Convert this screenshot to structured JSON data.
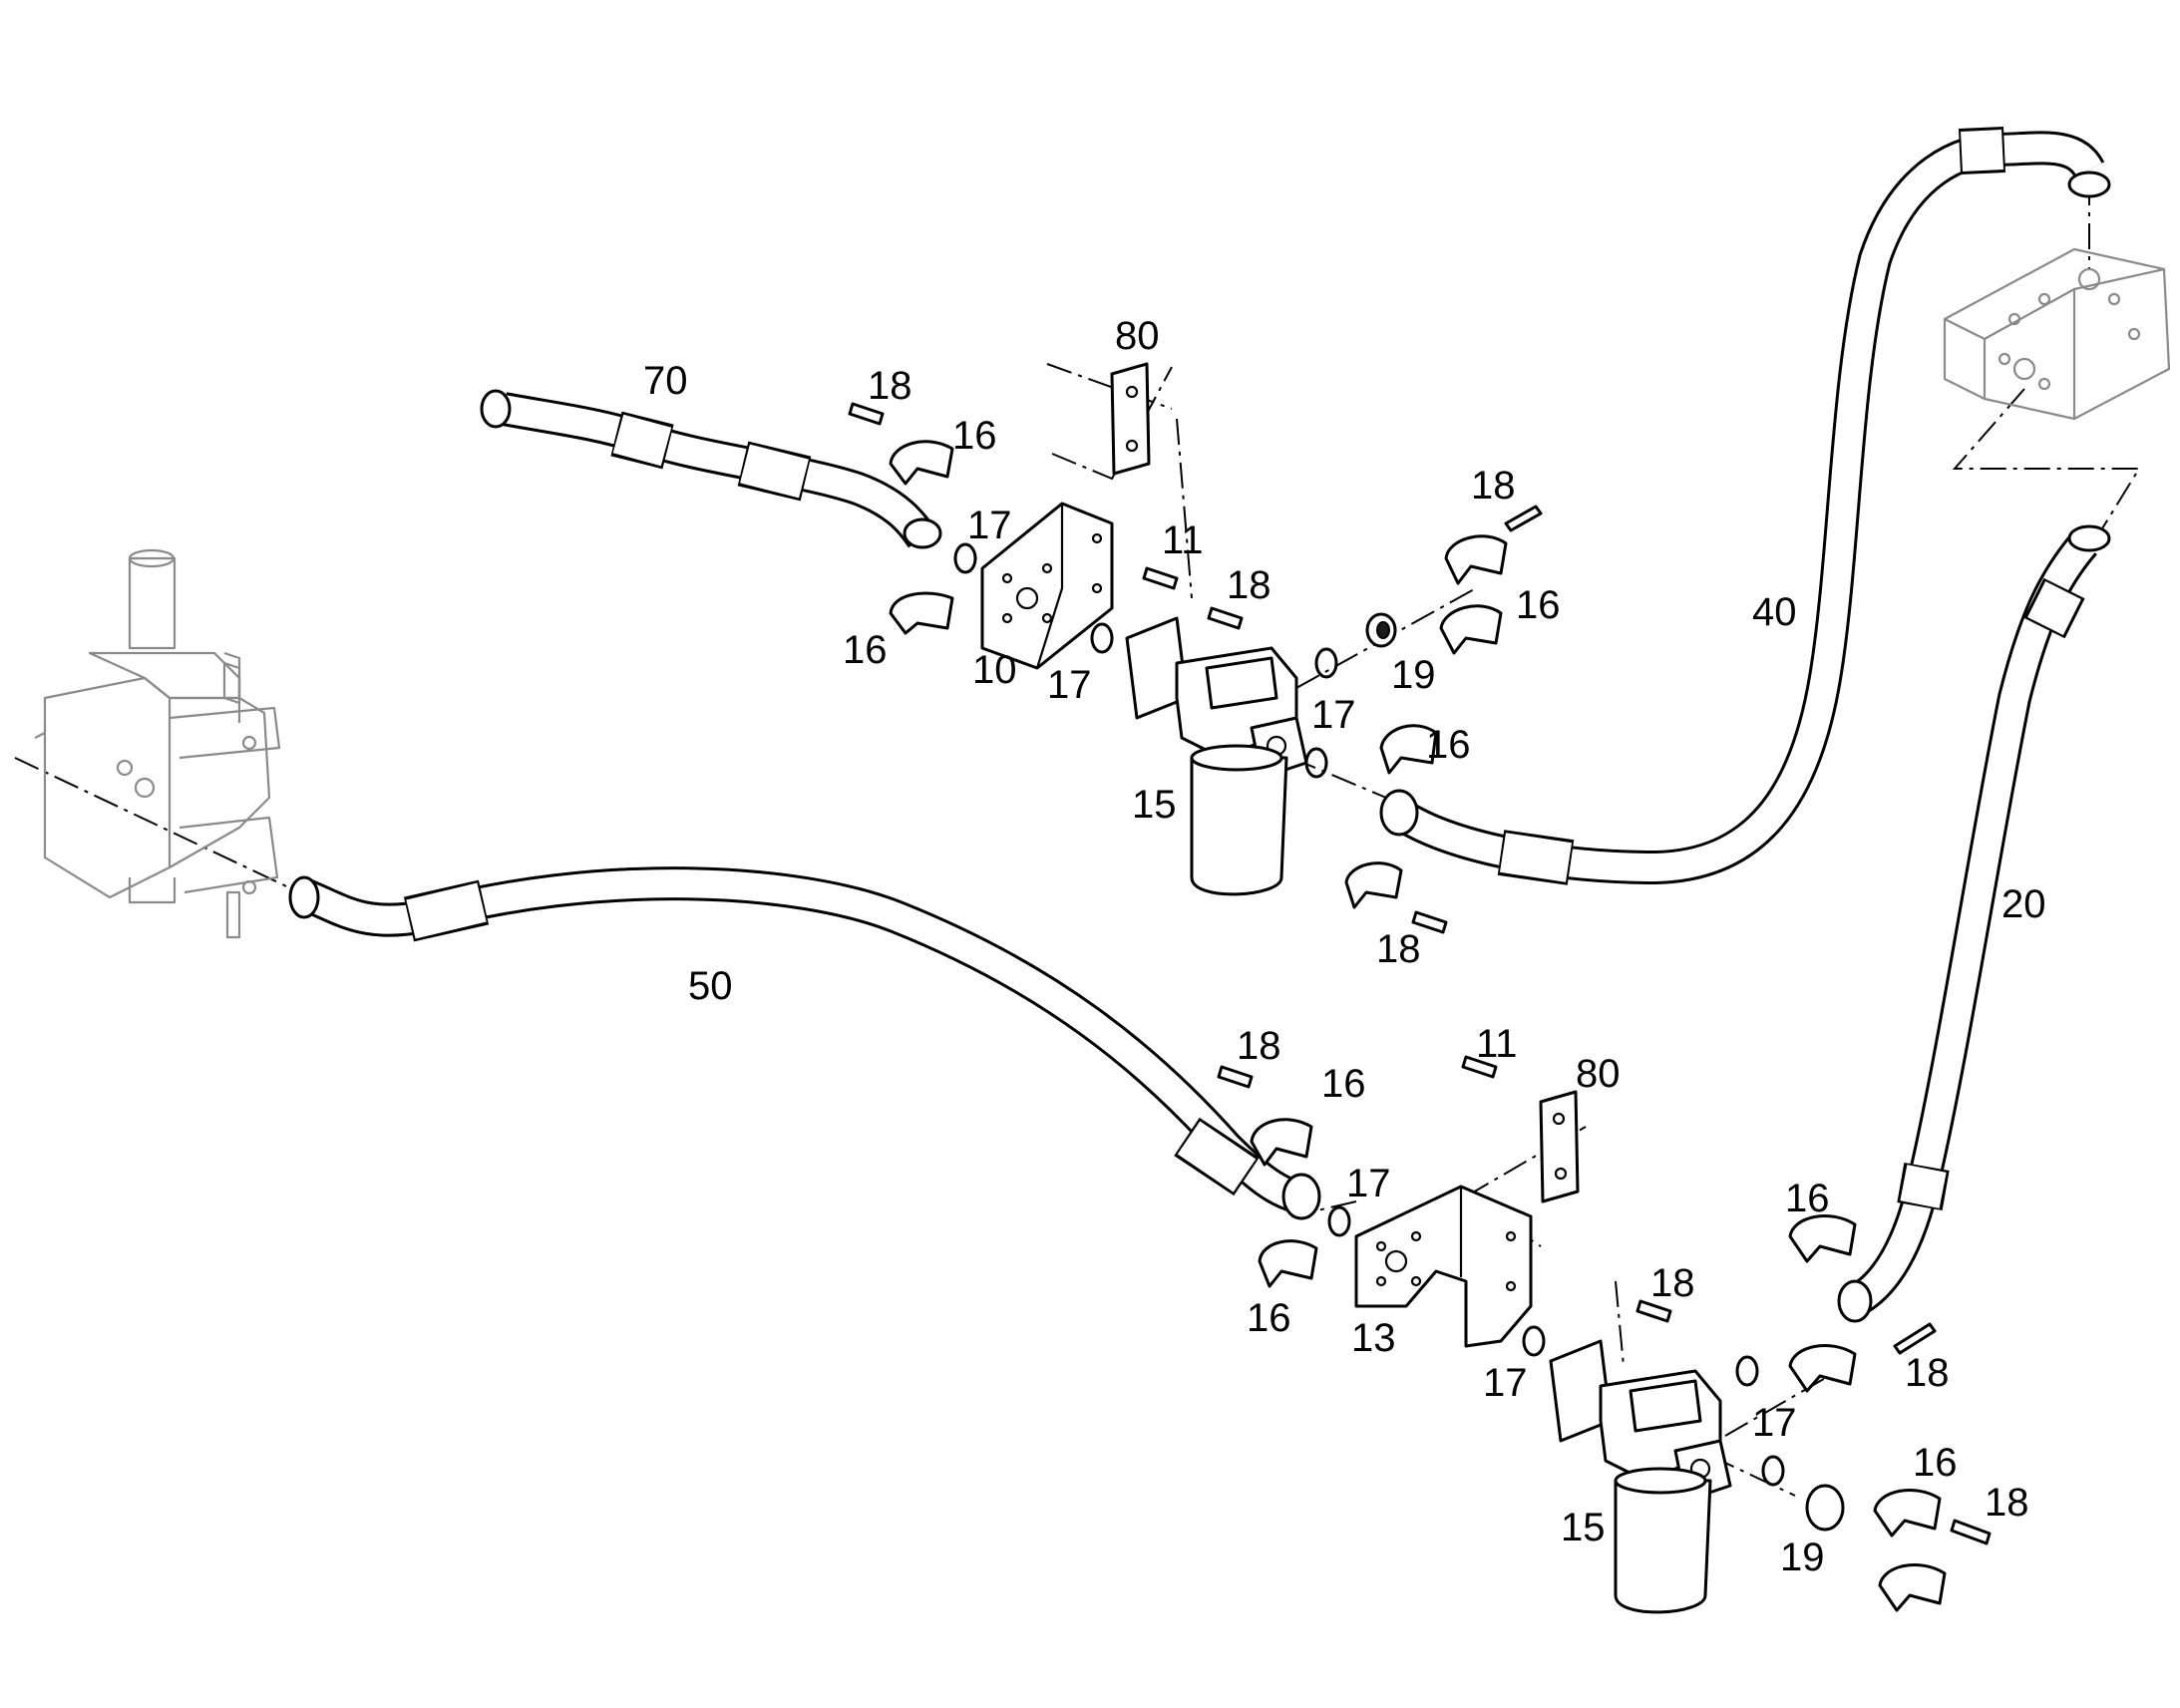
{
  "callouts": [
    {
      "id": "c70",
      "text": "70"
    },
    {
      "id": "c80a",
      "text": "80"
    },
    {
      "id": "c18a",
      "text": "18"
    },
    {
      "id": "c16a",
      "text": "16"
    },
    {
      "id": "c17a",
      "text": "17"
    },
    {
      "id": "c11a",
      "text": "11"
    },
    {
      "id": "c18b",
      "text": "18"
    },
    {
      "id": "c16b",
      "text": "16"
    },
    {
      "id": "c10",
      "text": "10"
    },
    {
      "id": "c17b",
      "text": "17"
    },
    {
      "id": "c18c",
      "text": "18"
    },
    {
      "id": "c16c",
      "text": "16"
    },
    {
      "id": "c19a",
      "text": "19"
    },
    {
      "id": "c17c",
      "text": "17"
    },
    {
      "id": "c16d",
      "text": "16"
    },
    {
      "id": "c15a",
      "text": "15"
    },
    {
      "id": "c40",
      "text": "40"
    },
    {
      "id": "c18d",
      "text": "18"
    },
    {
      "id": "c20",
      "text": "20"
    },
    {
      "id": "c50",
      "text": "50"
    },
    {
      "id": "c18e",
      "text": "18"
    },
    {
      "id": "c16e",
      "text": "16"
    },
    {
      "id": "c11b",
      "text": "11"
    },
    {
      "id": "c80b",
      "text": "80"
    },
    {
      "id": "c17d",
      "text": "17"
    },
    {
      "id": "c16f",
      "text": "16"
    },
    {
      "id": "c16g",
      "text": "16"
    },
    {
      "id": "c13",
      "text": "13"
    },
    {
      "id": "c18f",
      "text": "18"
    },
    {
      "id": "c17e",
      "text": "17"
    },
    {
      "id": "c18g",
      "text": "18"
    },
    {
      "id": "c17f",
      "text": "17"
    },
    {
      "id": "c16h",
      "text": "16"
    },
    {
      "id": "c18h",
      "text": "18"
    },
    {
      "id": "c15b",
      "text": "15"
    },
    {
      "id": "c19b",
      "text": "19"
    }
  ]
}
